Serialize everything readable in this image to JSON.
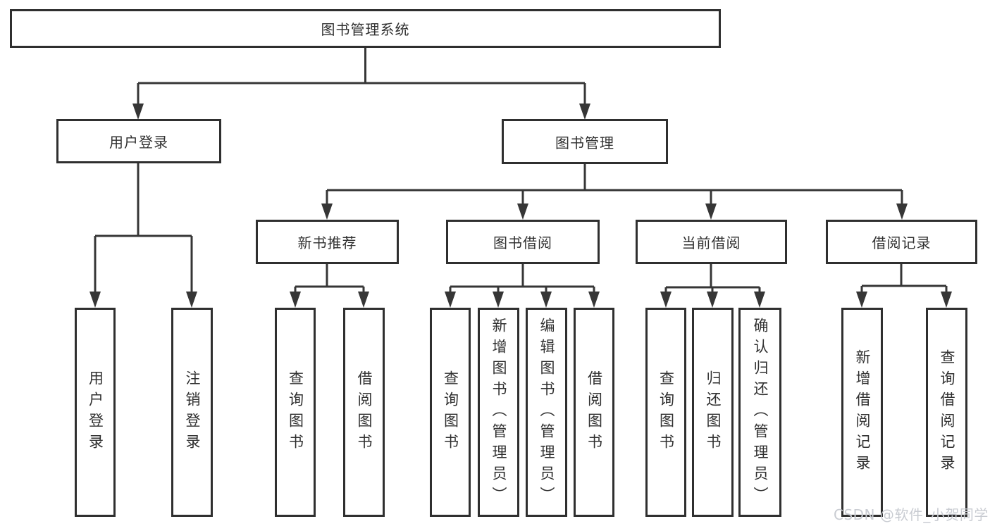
{
  "colors": {
    "line": "#363636",
    "box_border": "#2f2f2f",
    "box_fill": "#ffffff",
    "text": "#303030",
    "watermark": "#c9ccd2",
    "background": "#ffffff"
  },
  "tree": {
    "label": "图书管理系统",
    "children": [
      {
        "label": "用户登录",
        "children": [
          {
            "label": "用户登录"
          },
          {
            "label": "注销登录"
          }
        ]
      },
      {
        "label": "图书管理",
        "children": [
          {
            "label": "新书推荐",
            "children": [
              {
                "label": "查询图书"
              },
              {
                "label": "借阅图书"
              }
            ]
          },
          {
            "label": "图书借阅",
            "children": [
              {
                "label": "查询图书"
              },
              {
                "label": "新增图书（管理员）"
              },
              {
                "label": "编辑图书（管理员）"
              },
              {
                "label": "借阅图书"
              }
            ]
          },
          {
            "label": "当前借阅",
            "children": [
              {
                "label": "查询图书"
              },
              {
                "label": "归还图书"
              },
              {
                "label": "确认归还（管理员）"
              }
            ]
          },
          {
            "label": "借阅记录",
            "children": [
              {
                "label": "新增借阅记录"
              },
              {
                "label": "查询借阅记录"
              }
            ]
          }
        ]
      }
    ]
  },
  "watermark": {
    "text": "CSDN @软件_小贺同学"
  }
}
